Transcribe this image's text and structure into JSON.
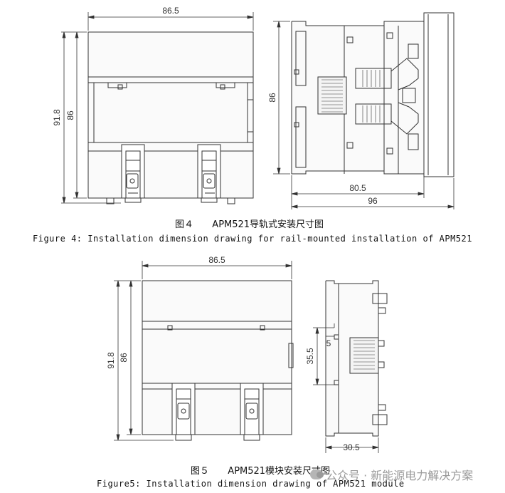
{
  "figure4": {
    "dims": {
      "top_width": "86.5",
      "outer_height": "91.8",
      "inner_height": "86",
      "side_height": "86",
      "side_depth_inner": "80.5",
      "side_depth_total": "96"
    },
    "caption_cn_num": "图４",
    "caption_cn_text": "APM521导轨式安装尺寸图",
    "caption_en": "Figure 4: Installation dimension drawing for rail-mounted installation of APM521"
  },
  "figure5": {
    "dims": {
      "top_width": "86.5",
      "outer_height": "91.8",
      "inner_height": "86",
      "slot_height": "35.5",
      "slot_offset": "5",
      "side_depth": "30.5"
    },
    "caption_cn_num": "图５",
    "caption_cn_text": "APM521模块安装尺寸图",
    "caption_en": "Figure5: Installation dimension drawing of APM521 module"
  },
  "watermark": {
    "text": "公众号 · 新能源电力解决方案",
    "icon": "wechat-icon"
  }
}
